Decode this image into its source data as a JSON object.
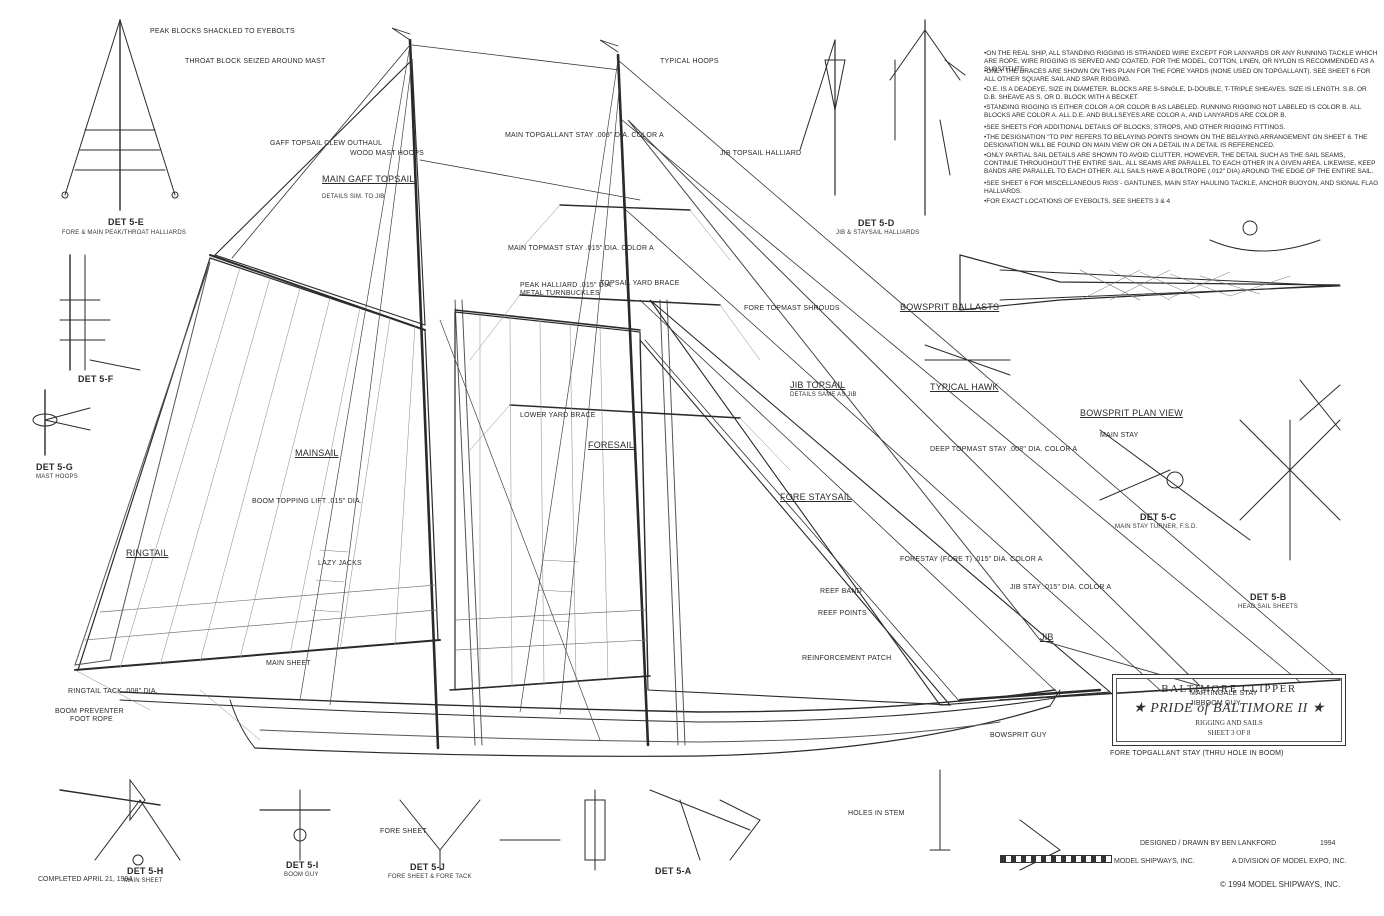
{
  "title_block": {
    "title": "BALTIMORE CLIPPER",
    "ship_name": "★ PRIDE of BALTIMORE II ★",
    "sheet_subject": "RIGGING AND SAILS",
    "sheet_number": "SHEET 3 OF 8",
    "designed_by": "DESIGNED / DRAWN BY BEN LANKFORD",
    "year": "1994",
    "publisher": "MODEL SHIPWAYS, INC.",
    "division": "A DIVISION OF MODEL EXPO, INC."
  },
  "copyright": "© 1994 MODEL SHIPWAYS, INC.",
  "completed": "COMPLETED APRIL 21, 1994",
  "sails": {
    "main_gaff_topsail": "MAIN GAFF TOPSAIL",
    "mainsail": "MAINSAIL",
    "ringtail": "RINGTAIL",
    "foresail": "FORESAIL",
    "fore_staysail": "FORE STAYSAIL",
    "jib_topsail": "JIB TOPSAIL",
    "jib": "JIB"
  },
  "details": {
    "det_5e": "DET 5-E",
    "det_5e_sub": "FORE & MAIN PEAK/THROAT HALLIARDS",
    "det_5f": "DET 5-F",
    "det_5g": "DET 5-G",
    "det_5g_sub": "MAST HOOPS",
    "det_5d": "DET 5-D",
    "det_5d_sub": "JIB & STAYSAIL HALLIARDS",
    "det_5c": "DET 5-C",
    "det_5c_sub": "MAIN STAY TURNER, F.S.D.",
    "det_5b": "DET 5-B",
    "det_5b_sub": "HEAD SAIL SHEETS",
    "det_5a": "DET 5-A",
    "det_5h": "DET 5-H",
    "det_5h_sub": "MAIN SHEET",
    "det_5i": "DET 5-I",
    "det_5i_sub": "BOOM GUY",
    "det_5j": "DET 5-J",
    "det_5j_sub": "FORE SHEET & FORE TACK",
    "bowsprit_plan_view": "BOWSPRIT PLAN VIEW",
    "bowsprit_ballasts": "BOWSPRIT BALLASTS",
    "typical_hawk": "TYPICAL HAWK"
  },
  "callouts": {
    "main_topgallant_stay": "MAIN TOPGALLANT STAY .008\" DIA. COLOR A",
    "main_topmast_stay": "MAIN TOPMAST STAY .015\" DIA. COLOR A",
    "jib_topsail_halliard": "JIB TOPSAIL HALLIARD",
    "peak_halliard": "PEAK HALLIARD .015\" DIA.",
    "metal_turnbuckles": "METAL TURNBUCKLES",
    "fore_topmast_shrouds": "FORE TOPMAST SHROUDS",
    "deck_topmast_stay": "DEEP TOPMAST STAY .008\" DIA. COLOR A",
    "forestay": "FORESTAY (FORE T) .015\" DIA. COLOR A",
    "jib_stay": "JIB STAY .015\" DIA. COLOR A",
    "main_stay": "MAIN STAY",
    "martingale_stay": "MARTINGALE STAY",
    "jibboom_guy": "JIBBOOM GUY",
    "fore_topgallant_stay": "FORE TOPGALLANT STAY (THRU HOLE IN BOOM)",
    "bowsprit_guy": "BOWSPRIT GUY",
    "holes_in_stem": "HOLES IN STEM",
    "ringtail_tack": "RINGTAIL TACK .008\" DIA.",
    "boom_preventer": "BOOM PREVENTER",
    "foot_rope": "FOOT ROPE",
    "typical_hoops": "TYPICAL HOOPS",
    "peak_blocks": "PEAK BLOCKS SHACKLED TO EYEBOLTS",
    "throat_block": "THROAT BLOCK SEIZED AROUND MAST",
    "wood_mast_hoops": "WOOD MAST HOOPS",
    "lower_yard_brace": "LOWER YARD BRACE",
    "topsail_yard_brace": "TOPSAIL YARD BRACE",
    "fore_sheet": "FORE SHEET",
    "main_sheet": "MAIN SHEET",
    "boom_topping_lift": "BOOM TOPPING LIFT .015\" DIA.",
    "lazy_jacks": "LAZY JACKS",
    "reef_band": "REEF BAND",
    "reef_points": "REEF POINTS",
    "reinforcement_patch": "REINFORCEMENT PATCH",
    "gaff_topsail_clew": "GAFF TOPSAIL CLEW OUTHAUL",
    "main_gaff_topsail_details": "DETAILS SIM. TO JIB",
    "jib_topsail_details": "DETAILS SAME AS JIB"
  },
  "notes": [
    "ON THE REAL SHIP, ALL STANDING RIGGING IS STRANDED WIRE EXCEPT FOR LANYARDS OR ANY RUNNING TACKLE WHICH ARE ROPE. WIRE RIGGING IS SERVED AND COATED. FOR THE MODEL, COTTON, LINEN, OR NYLON IS RECOMMENDED AS A SUBSTITUTE.",
    "ONLY THE BRACES ARE SHOWN ON THIS PLAN FOR THE FORE YARDS (NONE USED ON TOPGALLANT). SEE SHEET 6 FOR ALL OTHER SQUARE SAIL AND SPAR RIGGING.",
    "D.E. IS A DEADEYE, SIZE IN DIAMETER. BLOCKS ARE S-SINGLE, D-DOUBLE, T-TRIPLE SHEAVES. SIZE IS LENGTH. S.B. OR D.B. SHEAVE AS S. OR D. BLOCK WITH A BECKET.",
    "STANDING RIGGING IS EITHER COLOR A OR COLOR B AS LABELED. RUNNING RIGGING NOT LABELED IS COLOR B. ALL BLOCKS ARE COLOR A. ALL D.E. AND BULLSEYES ARE COLOR A, AND LANYARDS ARE COLOR B.",
    "SEE SHEETS FOR ADDITIONAL DETAILS OF BLOCKS, STROPS, AND OTHER RIGGING FITTINGS.",
    "THE DESIGNATION \"TO PIN\" REFERS TO BELAYING POINTS SHOWN ON THE BELAYING ARRANGEMENT ON SHEET 6. THE DESIGNATION WILL BE FOUND ON MAIN VIEW OR ON A DETAIL IN A DETAIL IS REFERENCED.",
    "ONLY PARTIAL SAIL DETAILS ARE SHOWN TO AVOID CLUTTER. HOWEVER, THE DETAIL SUCH AS THE SAIL SEAMS, CONTINUE THROUGHOUT THE ENTIRE SAIL. ALL SEAMS ARE PARALLEL TO EACH OTHER IN A GIVEN AREA. LIKEWISE, KEEP BANDS ARE PARALLEL TO EACH OTHER. ALL SAILS HAVE A BOLTROPE (.012\" DIA) AROUND THE EDGE OF THE ENTIRE SAIL.",
    "SEE SHEET 6 FOR MISCELLANEOUS RIGS - GANTLINES, MAIN STAY HAULING TACKLE, ANCHOR BUOYON, AND SIGNAL FLAG HALLIARDS.",
    "FOR EXACT LOCATIONS OF EYEBOLTS, SEE SHEETS 3 & 4"
  ],
  "colors": {
    "ink": "#2a2a2a",
    "paper": "#ffffff",
    "faint": "#8a8a8a"
  },
  "icons": {
    "compass_star": "star-icon",
    "scale_bar": "scale-bar"
  }
}
